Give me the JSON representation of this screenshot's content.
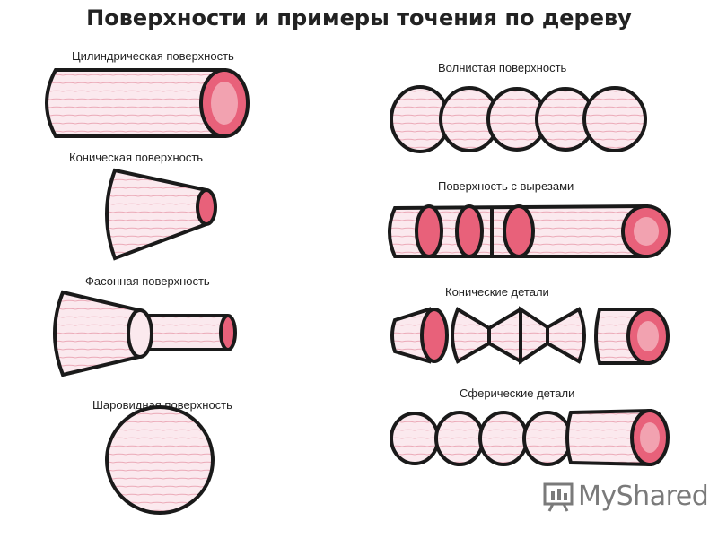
{
  "title": "Поверхности и примеры точения по дереву",
  "labels": {
    "cylindrical": "Цилиндрическая поверхность",
    "conical": "Коническая поверхность",
    "shaped": "Фасонная поверхность",
    "spherical": "Шаровидная поверхность",
    "wavy": "Волнистая поверхность",
    "cutouts": "Поверхность с вырезами",
    "conical_parts": "Конические детали",
    "spherical_parts": "Сферические детали"
  },
  "watermark": "MyShared",
  "colors": {
    "outline": "#1a1a1a",
    "wood": "#fbe9ee",
    "stripe": "#e58fa0",
    "end_face": "#e8617a",
    "end_inner": "#f2a2b0"
  }
}
